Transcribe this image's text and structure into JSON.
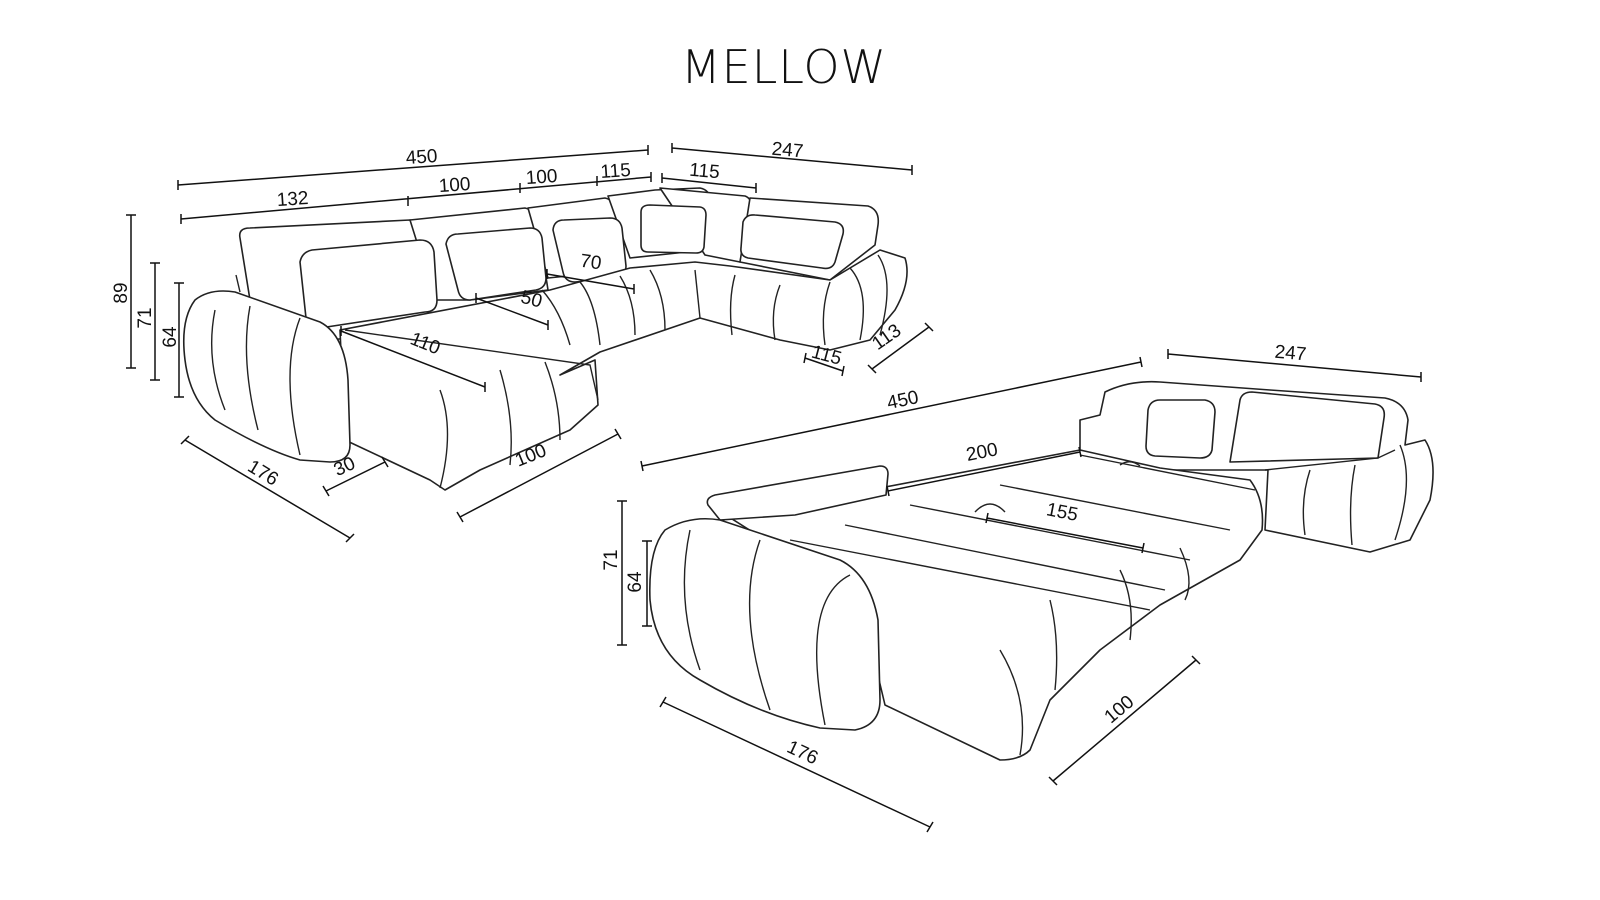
{
  "title": "MELLOW",
  "drawing_1": {
    "name": "sofa-closed",
    "labels": {
      "total_width": "450",
      "side_width": "247",
      "seg_132": "132",
      "seg_100a": "100",
      "seg_100b": "100",
      "seg_115a": "115",
      "seg_115b": "115",
      "height_89": "89",
      "height_71": "71",
      "height_64": "64",
      "cushion_70": "70",
      "cushion_50": "50",
      "seat_110": "110",
      "depth_176": "176",
      "arm_30": "30",
      "width_100": "100",
      "end_115": "115",
      "end_113": "113"
    }
  },
  "drawing_2": {
    "name": "sofa-bed-open",
    "labels": {
      "total_width": "450",
      "side_width": "247",
      "bed_200": "200",
      "bed_155": "155",
      "height_71": "71",
      "height_64": "64",
      "depth_176": "176",
      "width_100": "100"
    }
  }
}
